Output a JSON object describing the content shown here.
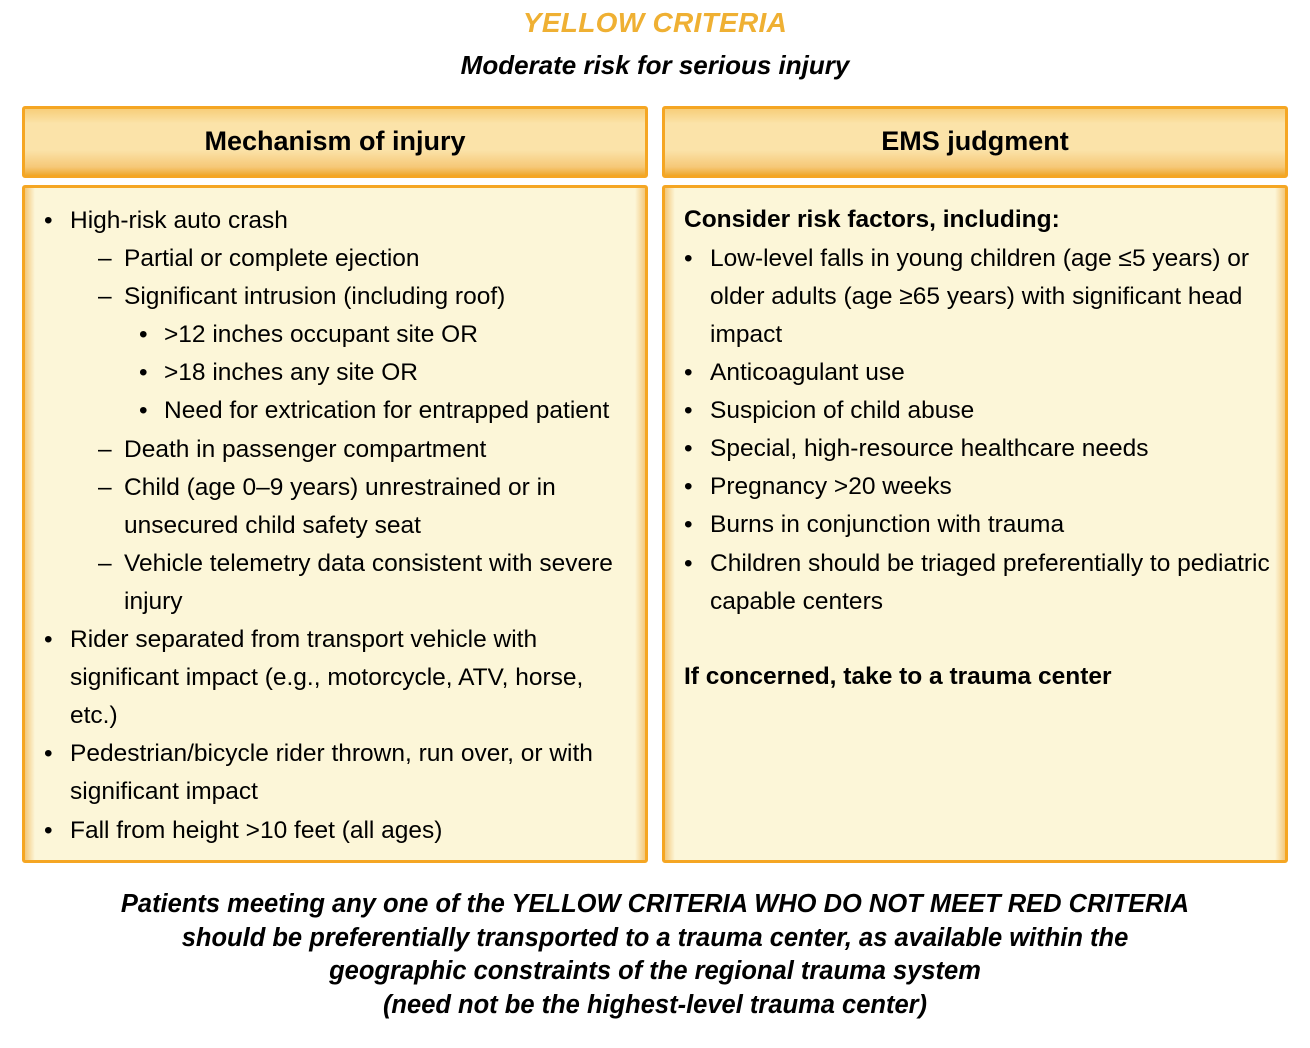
{
  "title": "YELLOW CRITERIA",
  "subtitle": "Moderate risk for serious injury",
  "colors": {
    "title": "#EFB033",
    "header_border": "#F5A623",
    "header_fill": "#FBE3A9",
    "body_fill": "#FCF6D8"
  },
  "columns": [
    {
      "header": "Mechanism of injury",
      "items": [
        {
          "level": 1,
          "marker": "•",
          "text": "High-risk auto crash"
        },
        {
          "level": 2,
          "marker": "–",
          "text": "Partial or complete ejection"
        },
        {
          "level": 2,
          "marker": "–",
          "text": "Significant intrusion (including roof)"
        },
        {
          "level": 3,
          "marker": "•",
          "text": ">12 inches occupant site OR"
        },
        {
          "level": 3,
          "marker": "•",
          "text": ">18 inches any site OR"
        },
        {
          "level": 3,
          "marker": "•",
          "text": "Need for extrication for entrapped patient"
        },
        {
          "level": 2,
          "marker": "–",
          "text": "Death in passenger compartment"
        },
        {
          "level": 2,
          "marker": "–",
          "text": "Child (age 0–9 years) unrestrained or in unsecured child safety seat"
        },
        {
          "level": 2,
          "marker": "–",
          "text": "Vehicle telemetry data consistent with severe injury"
        },
        {
          "level": 1,
          "marker": "•",
          "text": "Rider separated from transport vehicle with significant impact (e.g., motorcycle, ATV, horse, etc.)"
        },
        {
          "level": 1,
          "marker": "•",
          "text": "Pedestrian/bicycle rider thrown, run over, or with significant impact"
        },
        {
          "level": 1,
          "marker": "•",
          "text": "Fall from height >10 feet (all ages)"
        }
      ]
    },
    {
      "header": "EMS judgment",
      "lead": "Consider risk factors, including:",
      "items": [
        {
          "level": 1,
          "marker": "•",
          "text": "Low-level falls in young children (age ≤5 years) or older adults (age ≥65 years) with significant head impact"
        },
        {
          "level": 1,
          "marker": "•",
          "text": "Anticoagulant use"
        },
        {
          "level": 1,
          "marker": "•",
          "text": "Suspicion of child abuse"
        },
        {
          "level": 1,
          "marker": "•",
          "text": "Special, high-resource healthcare needs"
        },
        {
          "level": 1,
          "marker": "•",
          "text": "Pregnancy >20 weeks"
        },
        {
          "level": 1,
          "marker": "•",
          "text": "Burns in conjunction with trauma"
        },
        {
          "level": 1,
          "marker": "•",
          "text": "Children should be triaged preferentially to pediatric capable centers"
        }
      ],
      "closing": "If concerned, take to a trauma center"
    }
  ],
  "footer": [
    "Patients meeting any one of the YELLOW CRITERIA WHO DO NOT MEET RED CRITERIA",
    "should be preferentially transported to a trauma center, as available within the",
    "geographic constraints of the regional trauma system",
    "(need not be the highest-level trauma center)"
  ]
}
